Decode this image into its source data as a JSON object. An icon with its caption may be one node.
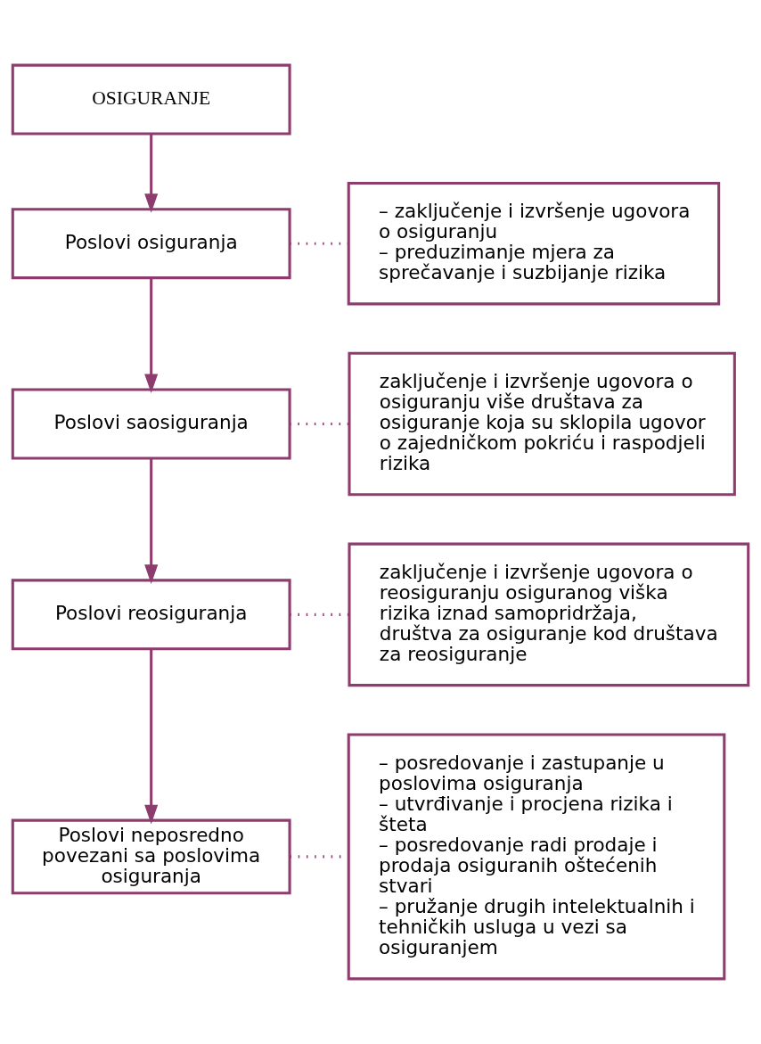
{
  "diagram": {
    "nodes": [
      {
        "text": [
          "OSIGURANJE"
        ]
      },
      {
        "text": [
          "Poslovi osiguranja"
        ]
      },
      {
        "text": [
          "– zaključenje i izvršenje ugovora o osiguranju",
          "– preduzimanje mjera za sprečavanje i suzbijanje rizika"
        ]
      },
      {
        "text": [
          "Poslovi saosiguranja"
        ]
      },
      {
        "text": [
          "zaključenje i izvršenje ugovora o osiguranju više društava za osiguranje koja su sklopila ugovor o zajedničkom pokriću i raspodjeli rizika"
        ]
      },
      {
        "text": [
          "Poslovi reosiguranja"
        ]
      },
      {
        "text": [
          "zaključenje i izvršenje ugovora o reosiguranju osiguranog viška rizika iznad samopridržaja, društva za osiguranje kod društava za reosiguranje"
        ]
      },
      {
        "text": [
          "Poslovi neposredno povezani sa poslovima osiguranja"
        ]
      },
      {
        "text": [
          "– posredovanje i zastupanje u poslovima osiguranja",
          "– utvrđivanje i procjena rizika i šteta",
          "– posredovanje radi prodaje i prodaja osiguranih oštećenih stvari",
          "– pružanje drugih intelektualnih i tehničkih usluga u vezi sa osiguranjem"
        ]
      }
    ],
    "edges": [
      {
        "from": 0,
        "to": 1,
        "arrow": "to"
      },
      {
        "from": 1,
        "to": 3,
        "arrow": "to"
      },
      {
        "from": 3,
        "to": 5,
        "arrow": "to"
      },
      {
        "from": 5,
        "to": 7,
        "arrow": "to"
      },
      {
        "from": 1,
        "to": 2,
        "arrow": "none",
        "style": "dashed"
      },
      {
        "from": 3,
        "to": 4,
        "arrow": "none",
        "style": "dashed"
      },
      {
        "from": 5,
        "to": 6,
        "arrow": "none",
        "style": "dashed"
      },
      {
        "from": 7,
        "to": 8,
        "arrow": "none",
        "style": "dashed"
      }
    ]
  }
}
